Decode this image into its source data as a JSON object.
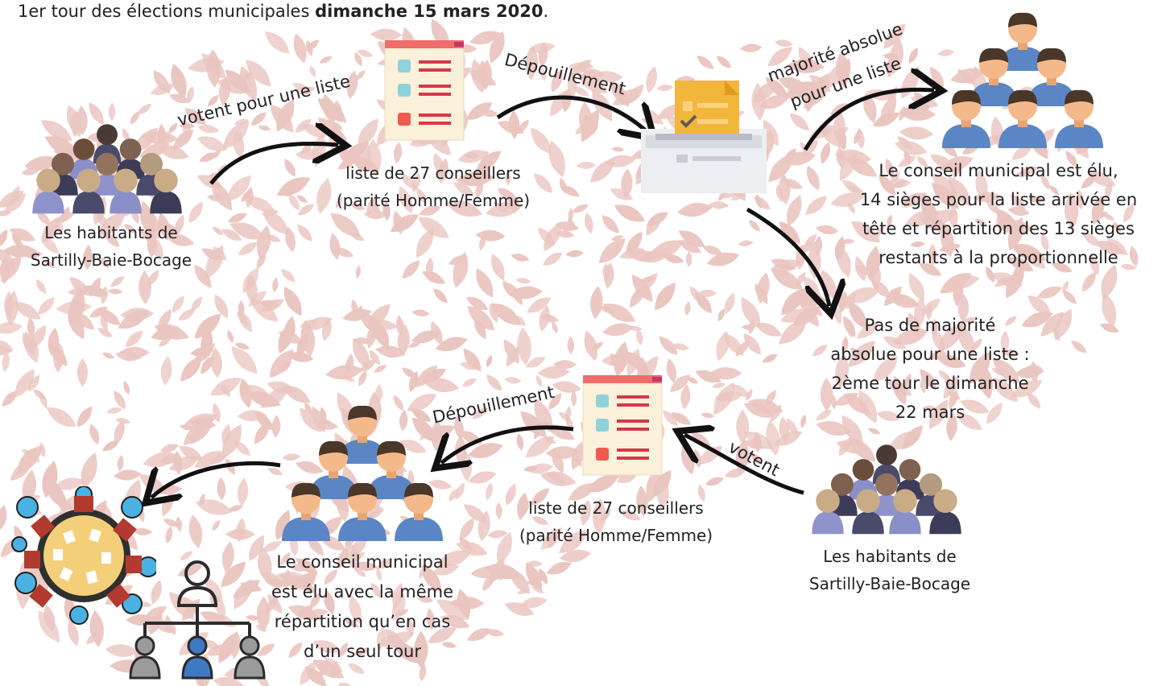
{
  "title": {
    "prefix": "1er tour des élections municipales ",
    "date": "dimanche 15 mars 2020",
    "suffix": "."
  },
  "round1": {
    "voters_label_1": "Les habitants de",
    "voters_label_2": "Sartilly-Baie-Bocage",
    "arrow_vote": "votent pour une liste",
    "list_label_1": "liste de 27 conseillers",
    "list_label_2": "(parité Homme/Femme)",
    "arrow_count": "Dépouillement",
    "arrow_majority_1": "majorité absolue",
    "arrow_majority_2": "pour une liste",
    "elected_1": "Le conseil municipal est élu,",
    "elected_2": "14 sièges pour la liste arrivée en",
    "elected_3": "tête et répartition des 13 sièges",
    "elected_4": "restants à la proportionnelle",
    "no_majority_1": "Pas de majorité",
    "no_majority_2": "absolue pour une liste :",
    "no_majority_3": "2ème tour le dimanche",
    "no_majority_4": "22 mars"
  },
  "round2": {
    "voters_label_1": "Les habitants de",
    "voters_label_2": "Sartilly-Baie-Bocage",
    "arrow_vote": "votent",
    "list_label_1": "liste de 27 conseillers",
    "list_label_2": "(parité Homme/Femme)",
    "arrow_count": "Dépouillement",
    "elected_1": "Le conseil municipal",
    "elected_2": "est élu avec la même",
    "elected_3": "répartition qu’en cas",
    "elected_4": "d’un seul tour"
  },
  "colors": {
    "background_leaves": "#eac5c0",
    "arrow": "#111111",
    "person_shirt": "#5b86c5",
    "person_skin": "#f4b98a",
    "person_hair": "#4a3728",
    "ballot_box": "#f2b63d",
    "list_accent": "#d6384a"
  }
}
